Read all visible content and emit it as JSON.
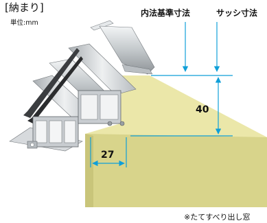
{
  "header": {
    "title": "[納まり]",
    "unit": "単位:mm"
  },
  "callouts": {
    "inner_reference": "内法基準寸法",
    "sash": "サッシ寸法"
  },
  "dimensions": {
    "vertical": "40",
    "horizontal": "27"
  },
  "footnote": "※たてすべり出し窓",
  "colors": {
    "dimension_line": "#0f9fd8",
    "wall_face": "#d9d58c",
    "wall_top": "#ebe7a9",
    "frame_aluminum": "#c9cdd0",
    "frame_dark": "#3b3d40"
  }
}
